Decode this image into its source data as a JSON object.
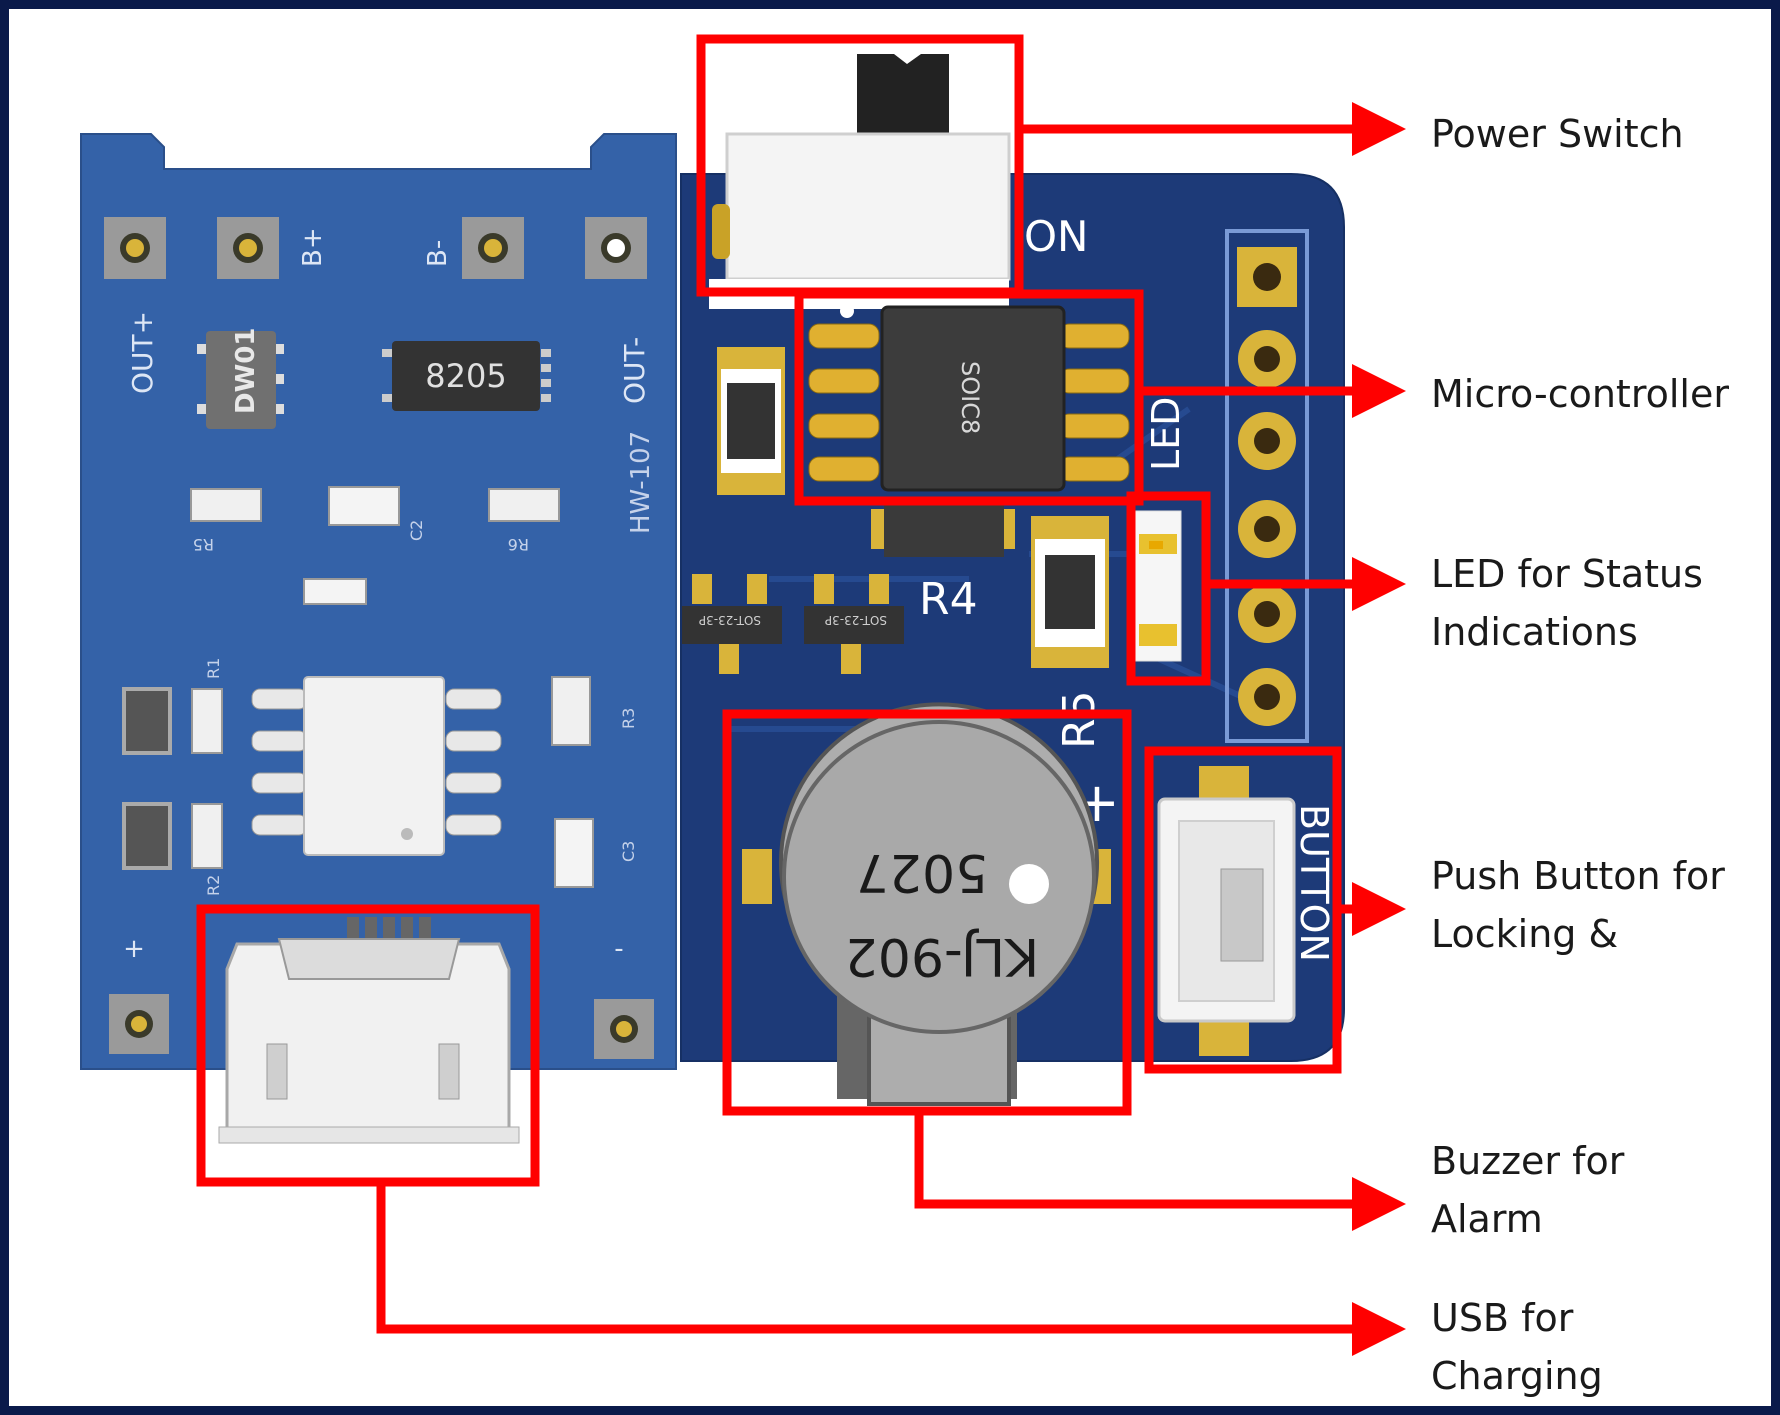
{
  "charger_board": {
    "pad_b_plus": "B+",
    "pad_b_minus": "B-",
    "pad_out_plus": "OUT+",
    "pad_out_minus": "OUT-",
    "chip_dw01": "DW01",
    "chip_8205": "8205",
    "board_model": "HW-107",
    "res_r5": "R5",
    "res_r6": "R6",
    "cap_c2": "C2",
    "res_r1": "R1",
    "res_r2": "R2",
    "res_r3": "R3",
    "cap_c3": "C3",
    "plus_sign": "+",
    "minus_sign": "-"
  },
  "main_board": {
    "switch_on": "ON",
    "ic_package": "SOIC8",
    "led_label": "LED",
    "res_r4": "R4",
    "res_r5": "R5",
    "sot_left": "SOT-23-3P",
    "sot_right": "SOT-23-3P",
    "buzzer_line1": "5027",
    "buzzer_line2": "KLJ-902",
    "button_label": "BUTTON",
    "plus_sign": "+"
  },
  "callouts": [
    {
      "id": "power-switch",
      "lines": [
        "Power Switch"
      ]
    },
    {
      "id": "micro-controller",
      "lines": [
        "Micro-controller"
      ]
    },
    {
      "id": "led-status",
      "lines": [
        "LED for Status",
        "Indications"
      ]
    },
    {
      "id": "push-button",
      "lines": [
        "Push Button for",
        "Locking &"
      ]
    },
    {
      "id": "buzzer",
      "lines": [
        "Buzzer for",
        "Alarm"
      ]
    },
    {
      "id": "usb",
      "lines": [
        "USB for",
        "Charging"
      ]
    }
  ],
  "colors": {
    "frame": "#0a1a4a",
    "charger_pcb": "#3462a8",
    "main_pcb": "#1d3a78",
    "callout": "#ff0000",
    "gold": "#c9a227"
  }
}
